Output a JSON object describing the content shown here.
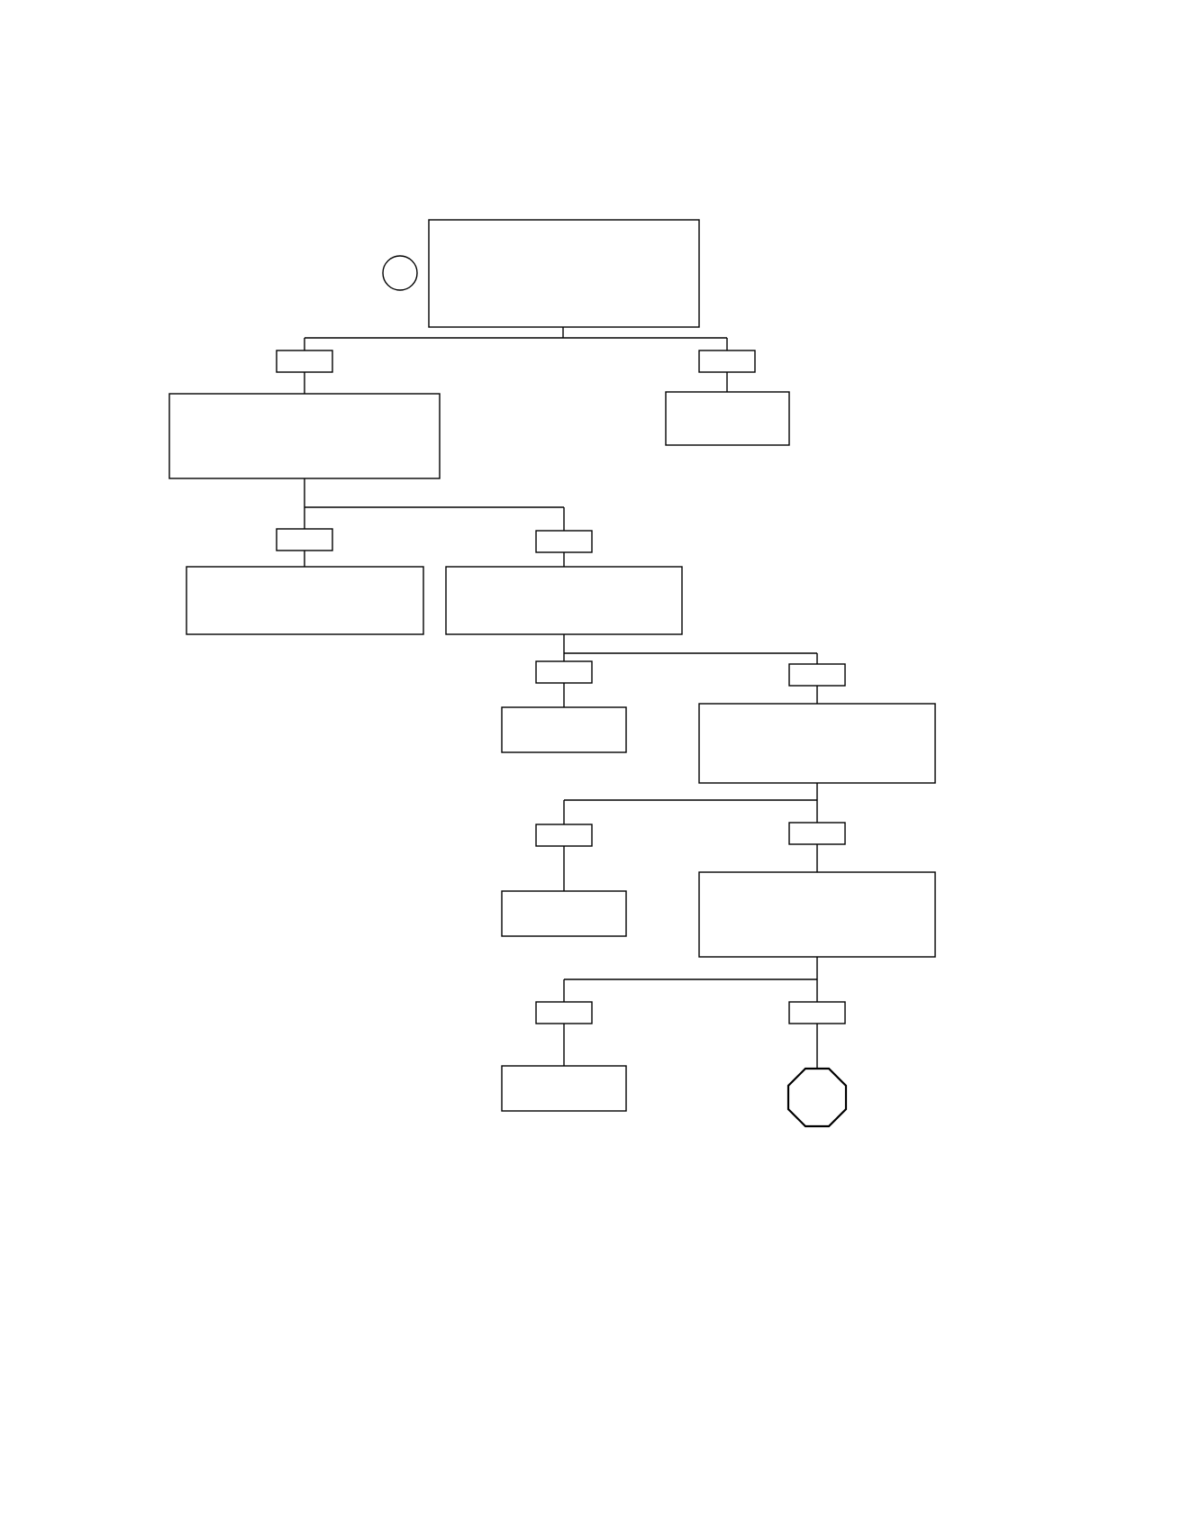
{
  "diagram": {
    "type": "flowchart-tree",
    "colors": {
      "stroke": "#000000",
      "fill": "#ffffff",
      "background": "#ffffff"
    },
    "start_marker": {
      "shape": "circle",
      "label": ""
    },
    "end_marker": {
      "shape": "octagon",
      "label": ""
    },
    "nodes": [
      {
        "id": "root",
        "label": ""
      },
      {
        "id": "node-a",
        "label": ""
      },
      {
        "id": "node-b",
        "label": ""
      },
      {
        "id": "node-c",
        "label": ""
      },
      {
        "id": "node-d",
        "label": ""
      },
      {
        "id": "node-e",
        "label": ""
      },
      {
        "id": "node-f",
        "label": ""
      },
      {
        "id": "node-g",
        "label": ""
      },
      {
        "id": "node-h",
        "label": ""
      },
      {
        "id": "node-i",
        "label": ""
      }
    ],
    "edge_labels": [
      "",
      "",
      "",
      "",
      "",
      "",
      "",
      "",
      "",
      ""
    ]
  }
}
